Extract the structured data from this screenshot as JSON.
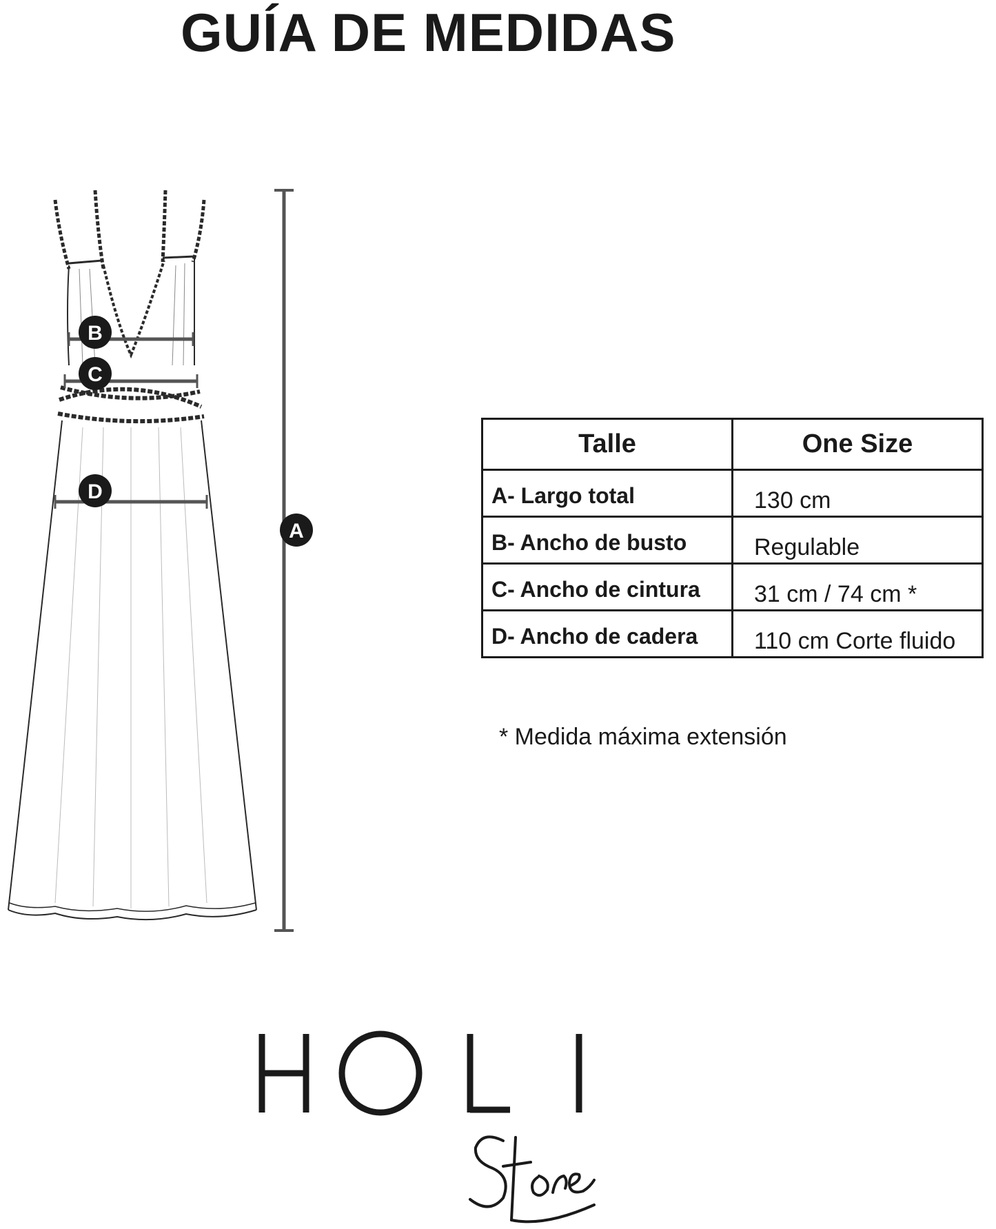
{
  "title": "GUÍA DE MEDIDAS",
  "diagram": {
    "markers": {
      "a": "A",
      "b": "B",
      "c": "C",
      "d": "D"
    }
  },
  "table": {
    "headers": {
      "label": "Talle",
      "value": "One Size"
    },
    "rows": [
      {
        "label": "A- Largo total",
        "value": "130 cm"
      },
      {
        "label": "B- Ancho de busto",
        "value": "Regulable"
      },
      {
        "label": "C- Ancho de cintura",
        "value": "31 cm / 74 cm *"
      },
      {
        "label": "D- Ancho de cadera",
        "value": "110 cm Corte fluido"
      }
    ]
  },
  "footnote": "* Medida máxima extensión",
  "logo": {
    "brand": "HOLI",
    "script": "Store"
  },
  "colors": {
    "ink": "#1a1a1a",
    "measure_line": "#555555",
    "background": "#ffffff"
  }
}
